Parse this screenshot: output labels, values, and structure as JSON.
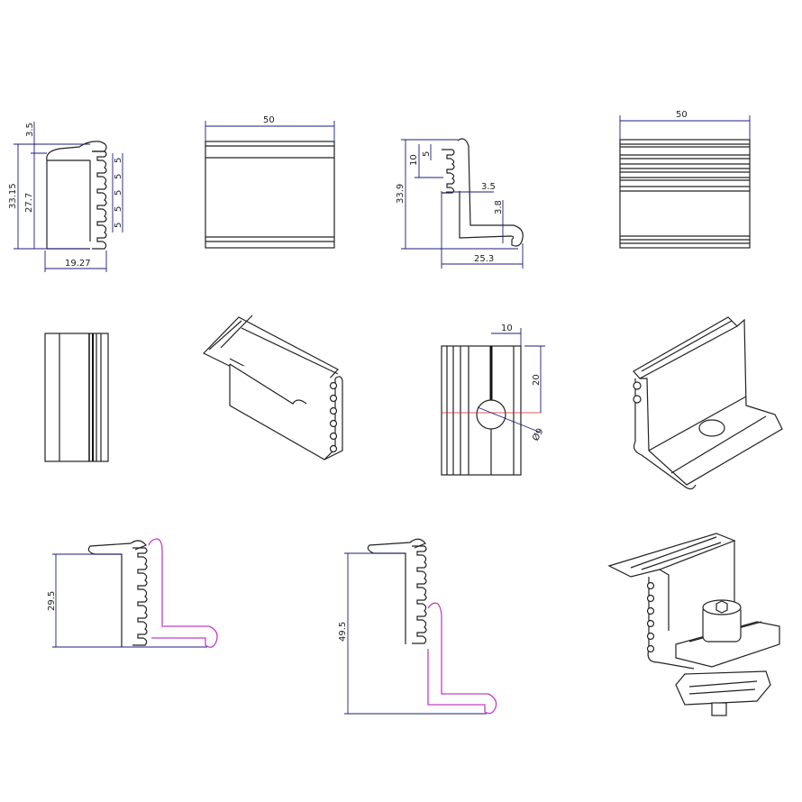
{
  "drawing_top_left": {
    "dims": {
      "lip": "3.5",
      "total_height": "33.15",
      "inner_height": "27.7",
      "pitch": [
        "5",
        "5",
        "5",
        "5",
        "5"
      ],
      "width": "19.27"
    }
  },
  "drawing_top_face": {
    "dims": {
      "length": "50"
    }
  },
  "drawing_top_L": {
    "dims": {
      "height": "33.9",
      "pitch_double": "10",
      "pitch": "5",
      "thickness": "3.5",
      "hook": "3.8",
      "width": "25.3"
    }
  },
  "drawing_top_right": {
    "dims": {
      "length": "50"
    }
  },
  "drawing_mid_section": {
    "dims": {
      "offset": "10",
      "hole_pos": "20",
      "hole_dia": "Ø9"
    }
  },
  "drawing_bottom_left": {
    "dims": {
      "height": "29.5"
    }
  },
  "drawing_bottom_mid": {
    "dims": {
      "height": "49.5"
    }
  },
  "colors": {
    "dimension": "#1c1c78",
    "outline": "#222222",
    "alt_profile": "#c040c8",
    "centerline": "#d02020"
  }
}
